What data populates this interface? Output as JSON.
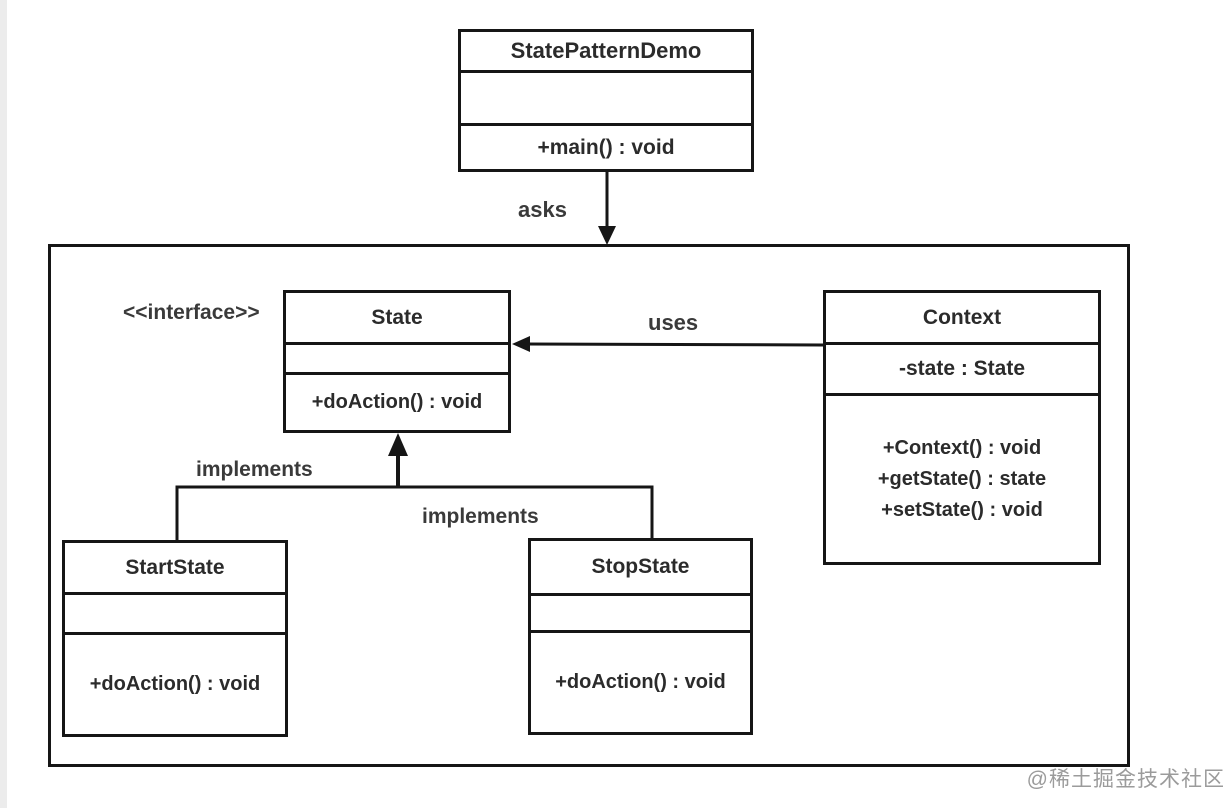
{
  "diagram": {
    "classes": {
      "state_pattern_demo": {
        "name": "StatePatternDemo",
        "methods": "+main()  : void"
      },
      "state": {
        "stereotype": "<<interface>>",
        "name": "State",
        "methods": "+doAction()  : void"
      },
      "context": {
        "name": "Context",
        "attributes": "-state : State",
        "methods": [
          "+Context() : void",
          "+getState() : state",
          "+setState() : void"
        ]
      },
      "start_state": {
        "name": "StartState",
        "methods": "+doAction()  : void"
      },
      "stop_state": {
        "name": "StopState",
        "methods": "+doAction()  : void"
      }
    },
    "labels": {
      "asks": "asks",
      "uses": "uses",
      "implements_left": "implements",
      "implements_right": "implements"
    },
    "watermark": "@稀土掘金技术社区",
    "colors": {
      "line": "#161616",
      "text": "#2b2b2b",
      "watermark": "#9b9b9b",
      "background": "#ffffff"
    }
  }
}
